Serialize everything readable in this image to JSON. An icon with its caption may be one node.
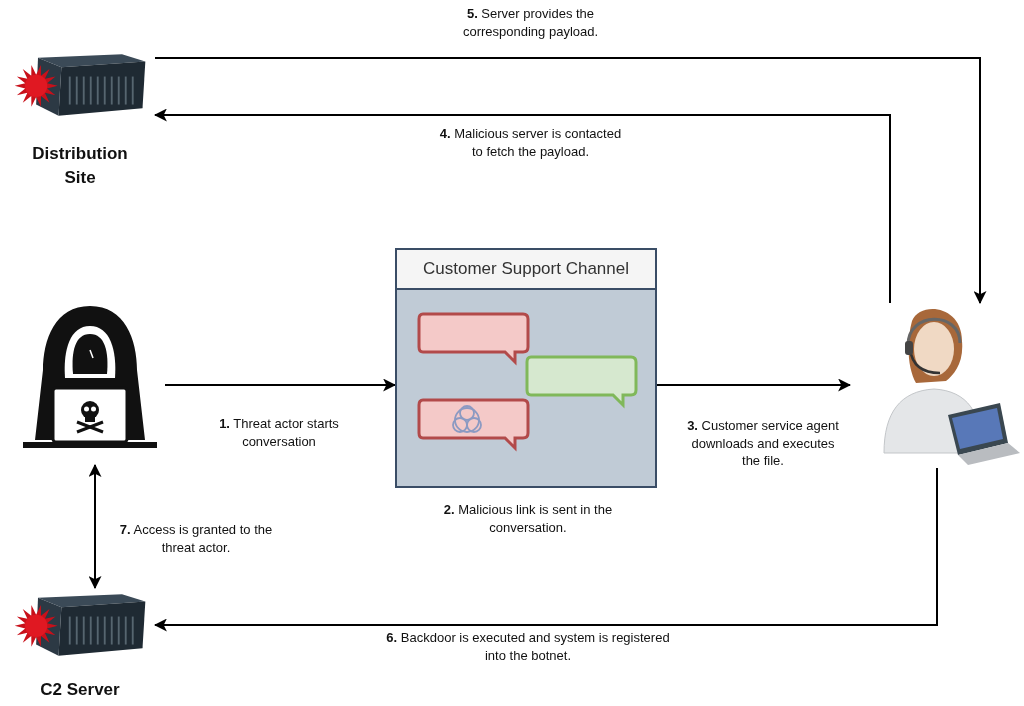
{
  "diagram": {
    "nodes": [
      {
        "text": [
          "Distribution Site"
        ]
      },
      {
        "text": [],
        "shape": "picture"
      },
      {
        "text": [
          "Customer Support Channel"
        ],
        "beside": [
          "**2.** Malicious link is sent in the conversation."
        ]
      },
      {
        "text": [],
        "shape": "picture"
      },
      {
        "text": [
          "C2 Server"
        ]
      }
    ],
    "edges": [
      {
        "from": 1,
        "to": 2,
        "arrow": "to",
        "label": "**1.** Threat actor starts conversation"
      },
      {
        "from": 2,
        "to": 3,
        "arrow": "to",
        "label": "**3.** Customer service agent downloads and executes the file."
      },
      {
        "from": 3,
        "to": 0,
        "arrow": "to",
        "label": "**4.** Malicious server is contacted to fetch the payload."
      },
      {
        "from": 0,
        "to": 3,
        "arrow": "to",
        "label": "**5.** Server provides the corresponding payload."
      },
      {
        "from": 3,
        "to": 4,
        "arrow": "to",
        "label": "**6.** Backdoor is executed and system is registered into the botnet."
      },
      {
        "from": 1,
        "to": 4,
        "arrow": "both",
        "label": "**7.** Access is granted to the threat actor."
      }
    ]
  }
}
